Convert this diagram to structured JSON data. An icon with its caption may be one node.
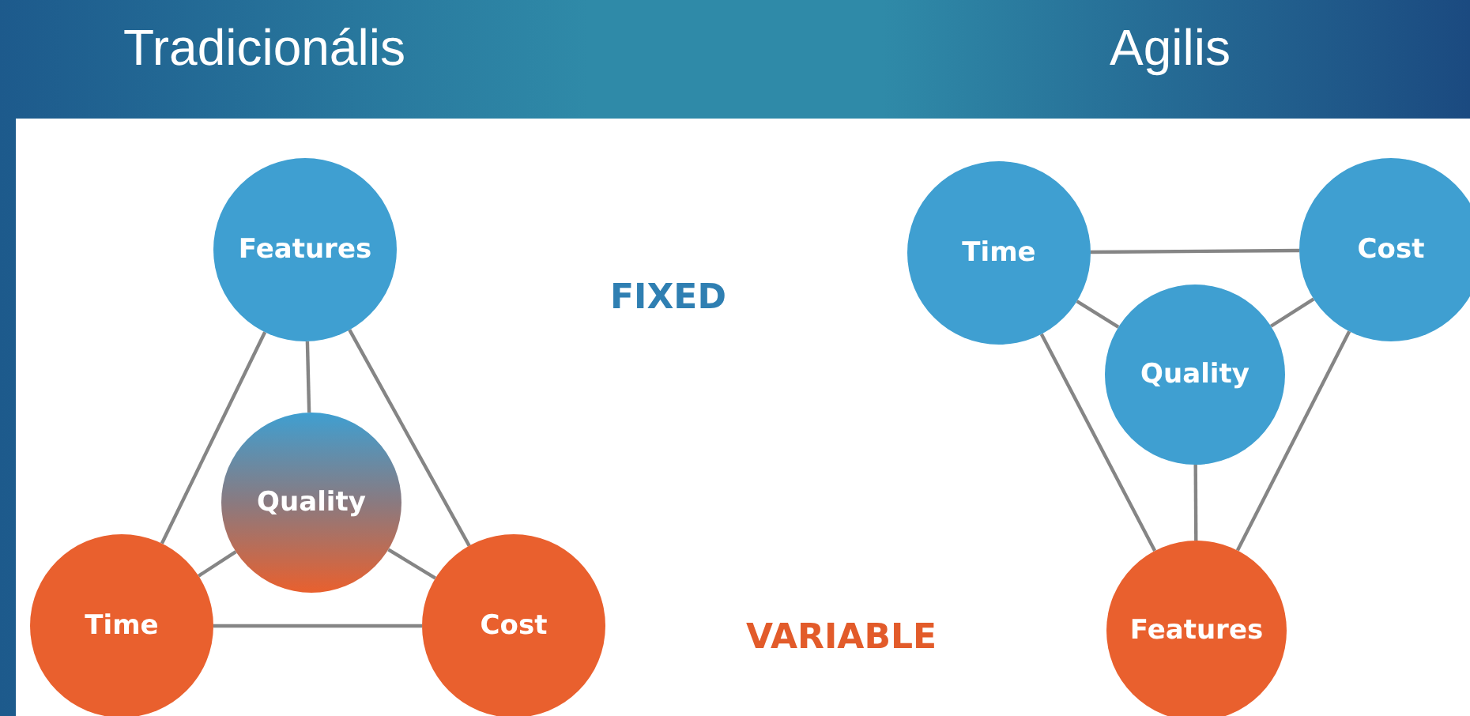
{
  "diagram": {
    "nodes": [
      {
        "text": [
          "Features"
        ]
      },
      {
        "text": [
          "Quality"
        ]
      },
      {
        "text": [
          "Time"
        ]
      },
      {
        "text": [
          "Cost"
        ]
      },
      {
        "text": [
          "Time"
        ]
      },
      {
        "text": [
          "Cost"
        ]
      },
      {
        "text": [
          "Quality"
        ]
      },
      {
        "text": [
          "Features"
        ]
      }
    ],
    "edges": [
      {
        "from": 0,
        "to": 2,
        "arrow": "none"
      },
      {
        "from": 0,
        "to": 3,
        "arrow": "none"
      },
      {
        "from": 0,
        "to": 1,
        "arrow": "none"
      },
      {
        "from": 2,
        "to": 3,
        "arrow": "none"
      },
      {
        "from": 1,
        "to": 2,
        "arrow": "none"
      },
      {
        "from": 1,
        "to": 3,
        "arrow": "none"
      },
      {
        "from": 4,
        "to": 5,
        "arrow": "none"
      },
      {
        "from": 4,
        "to": 6,
        "arrow": "none"
      },
      {
        "from": 5,
        "to": 6,
        "arrow": "none"
      },
      {
        "from": 4,
        "to": 7,
        "arrow": "none"
      },
      {
        "from": 5,
        "to": 7,
        "arrow": "none"
      },
      {
        "from": 6,
        "to": 7,
        "arrow": "none"
      }
    ],
    "labels": [
      "Tradicionális",
      "Agilis",
      "FIXED",
      "VARIABLE"
    ]
  }
}
